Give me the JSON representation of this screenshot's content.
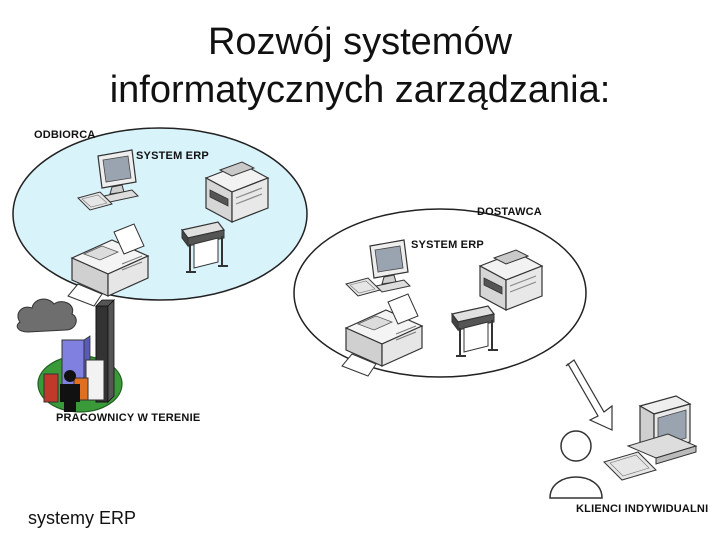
{
  "title": {
    "line1": "Rozwój systemów",
    "line2": "informatycznych zarządzania:"
  },
  "labels": {
    "odbiorca": "ODBIORCA",
    "system_erp_1": "SYSTEM ERP",
    "dostawca": "DOSTAWCA",
    "system_erp_2": "SYSTEM ERP",
    "pracownicy": "PRACOWNICY W TERENIE",
    "klienci": "KLIENCI INDYWIDUALNI"
  },
  "footer": "systemy ERP",
  "colors": {
    "ellipse_fill": "#d9f3fb",
    "ellipse_stroke": "#222222",
    "device_body": "#eeeeee",
    "device_shade": "#b8b8b8",
    "cloud": "#6e6e6e",
    "grass": "#3a9a3a",
    "building_blue": "#8080e0",
    "building_red": "#c0392b",
    "building_orange": "#e07020",
    "person": "#111111"
  }
}
